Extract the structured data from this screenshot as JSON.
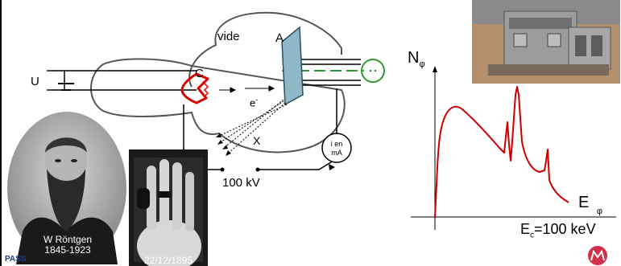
{
  "diagram": {
    "labels": {
      "vide": "vide",
      "anode": "A",
      "cathode": "C",
      "voltage_source": "U",
      "electron": "e",
      "electron_sup": "-",
      "xrays": "X",
      "ammeter_line1": "i en",
      "ammeter_line2": "mA",
      "voltage": "100 kV"
    }
  },
  "photos": {
    "portrait_name": "W Röntgen",
    "portrait_years": "1845-1923",
    "xray_date": "22/12/1895"
  },
  "spectrum": {
    "ylabel_main": "N",
    "ylabel_sub": "φ",
    "xlabel_main": "E",
    "xlabel_sub": "φ",
    "cutoff_main": "E",
    "cutoff_sub": "c",
    "cutoff_value": "=100 keV",
    "curve_color": "#cc0000"
  },
  "footer": {
    "pass": "PASS"
  },
  "colors": {
    "tube_outline": "#555555",
    "cathode": "#e00000",
    "anode_fill": "#8fb8c8",
    "green": "#2e9a2e",
    "logo": "#d0304a"
  },
  "icons": {
    "logo": "university-logo"
  }
}
